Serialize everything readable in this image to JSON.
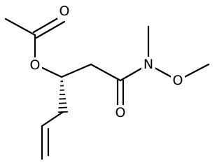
{
  "molecule": {
    "atom_labels": {
      "carbonyl_o_ester": "O",
      "ester_o": "O",
      "amide_n": "N",
      "carbonyl_o_amide": "O",
      "methoxy_o": "O"
    },
    "stereo": {
      "center": "C3",
      "type": "hashed-wedge",
      "toward": "allyl CH2"
    },
    "colors": {
      "bond": "#000000",
      "text": "#000000",
      "background": "#ffffff"
    }
  }
}
